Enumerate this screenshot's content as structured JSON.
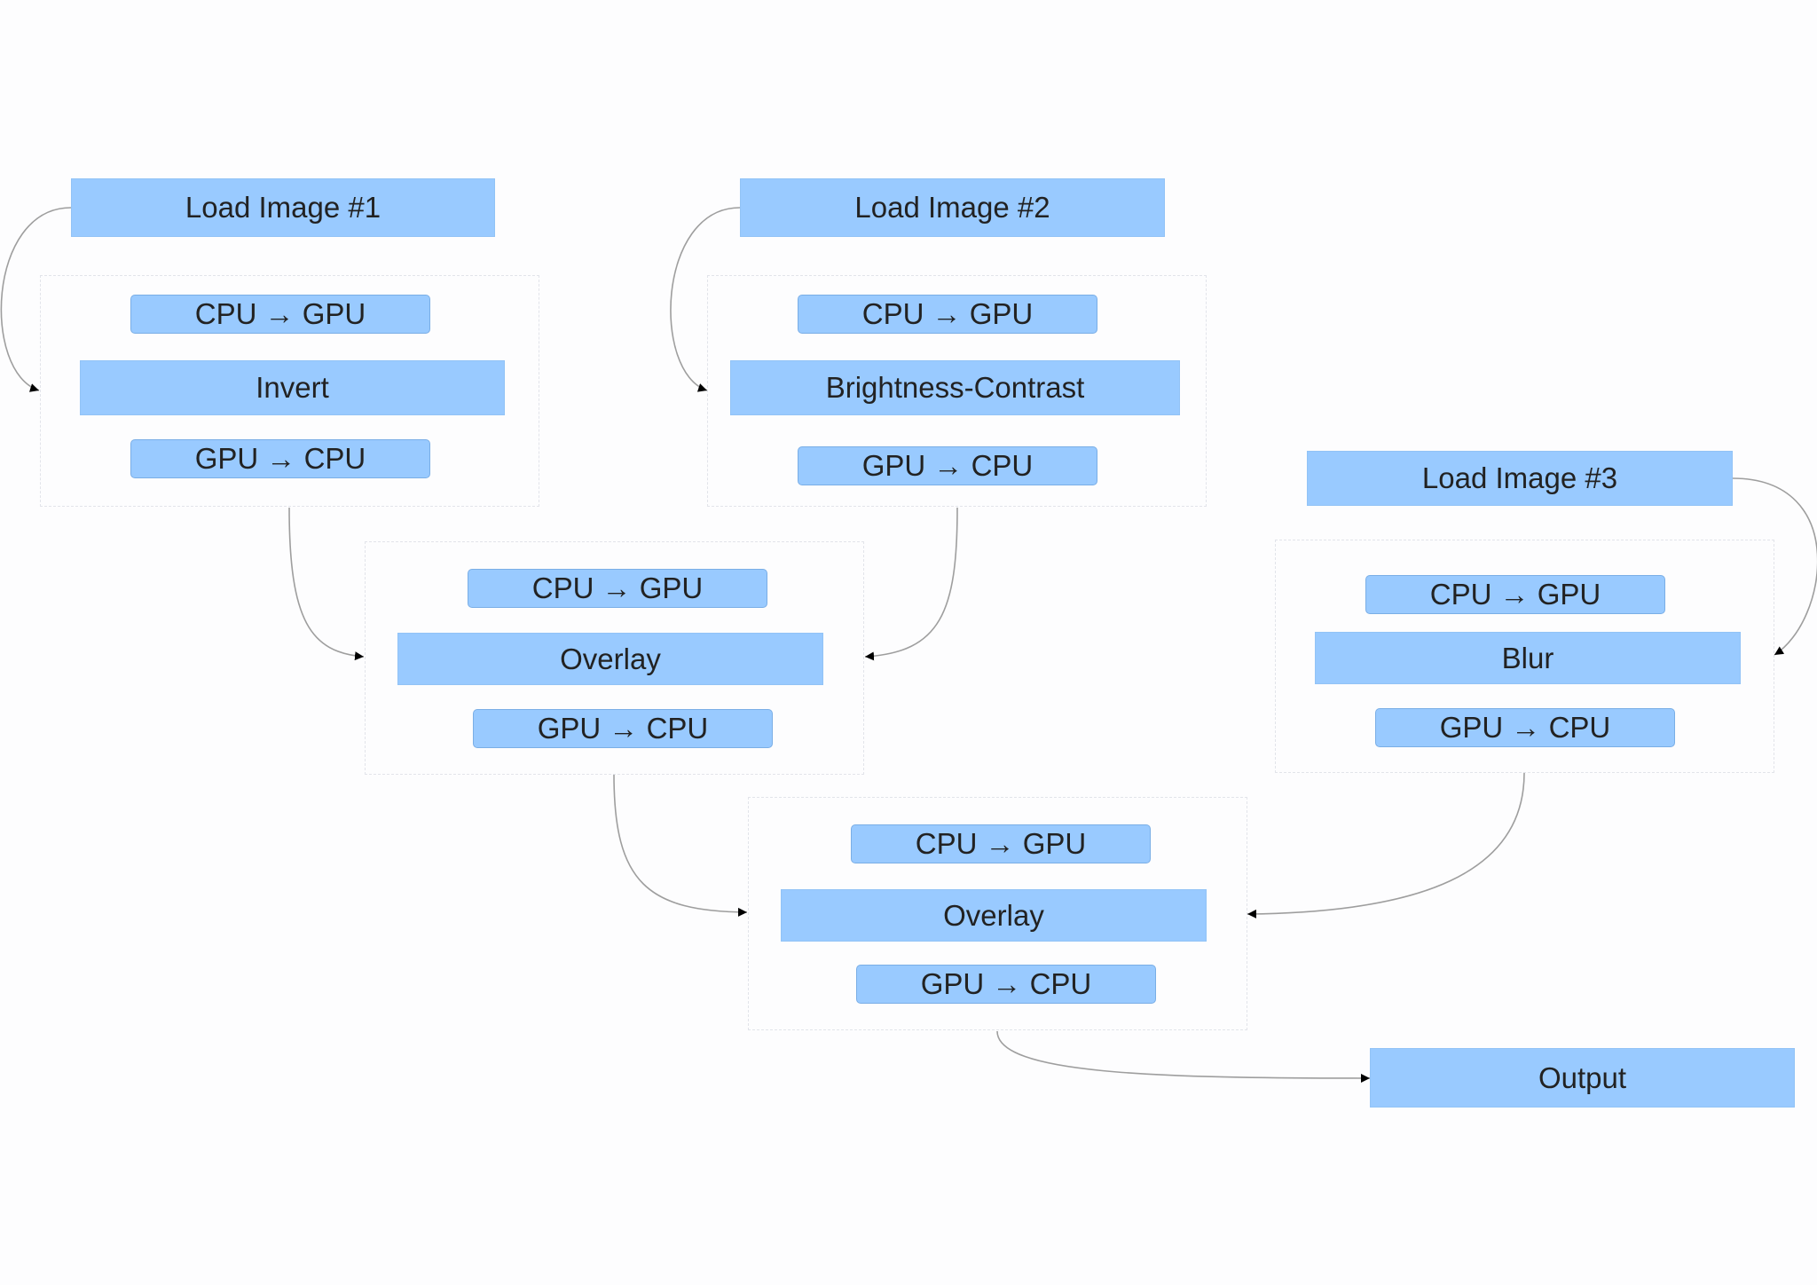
{
  "nodes": {
    "load1": "Load Image #1",
    "load2": "Load Image #2",
    "load3": "Load Image #3",
    "output": "Output"
  },
  "groups": [
    {
      "upload": "CPU → GPU",
      "op": "Invert",
      "download": "GPU → CPU"
    },
    {
      "upload": "CPU → GPU",
      "op": "Brightness-Contrast",
      "download": "GPU → CPU"
    },
    {
      "upload": "CPU → GPU",
      "op": "Overlay",
      "download": "GPU → CPU"
    },
    {
      "upload": "CPU → GPU",
      "op": "Blur",
      "download": "GPU → CPU"
    },
    {
      "upload": "CPU → GPU",
      "op": "Overlay",
      "download": "GPU → CPU"
    }
  ],
  "colors": {
    "node_fill": "#99caff",
    "edge": "#9e9e9e",
    "arrowhead": "#000000",
    "group_border": "#e2e4ea"
  }
}
